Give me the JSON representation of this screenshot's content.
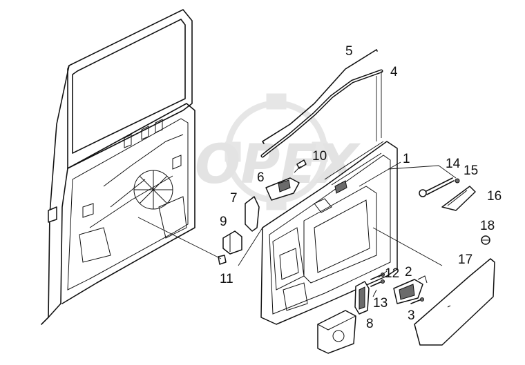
{
  "watermark": {
    "text": "OPEX",
    "color": "#e3e3e3"
  },
  "colors": {
    "line": "#111111",
    "background": "#ffffff",
    "shade": "#6b6b6b"
  },
  "callouts": [
    "1",
    "2",
    "3",
    "4",
    "5",
    "6",
    "7",
    "8",
    "9",
    "10",
    "11",
    "12",
    "13",
    "14",
    "15",
    "16",
    "17",
    "18"
  ]
}
